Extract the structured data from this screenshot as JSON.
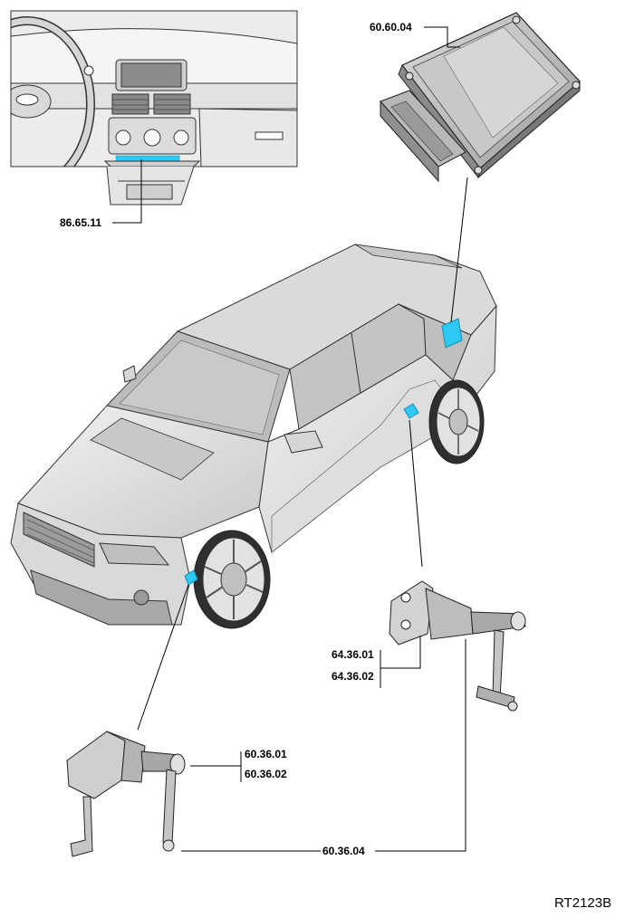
{
  "callouts": {
    "module_ecu": "60.60.04",
    "dash_switch": "86.65.11",
    "rear_sensor_left": "64.36.01",
    "rear_sensor_right": "64.36.02",
    "front_sensor_left": "60.36.01",
    "front_sensor_right": "60.36.02",
    "front_sensor_link": "60.36.04"
  },
  "figure_ref": "RT2123B",
  "colors": {
    "highlight": "#2ec9f2",
    "body_fill": "#e6e6e6",
    "shadow_fill": "#bdbdbd",
    "outline": "#222222"
  }
}
